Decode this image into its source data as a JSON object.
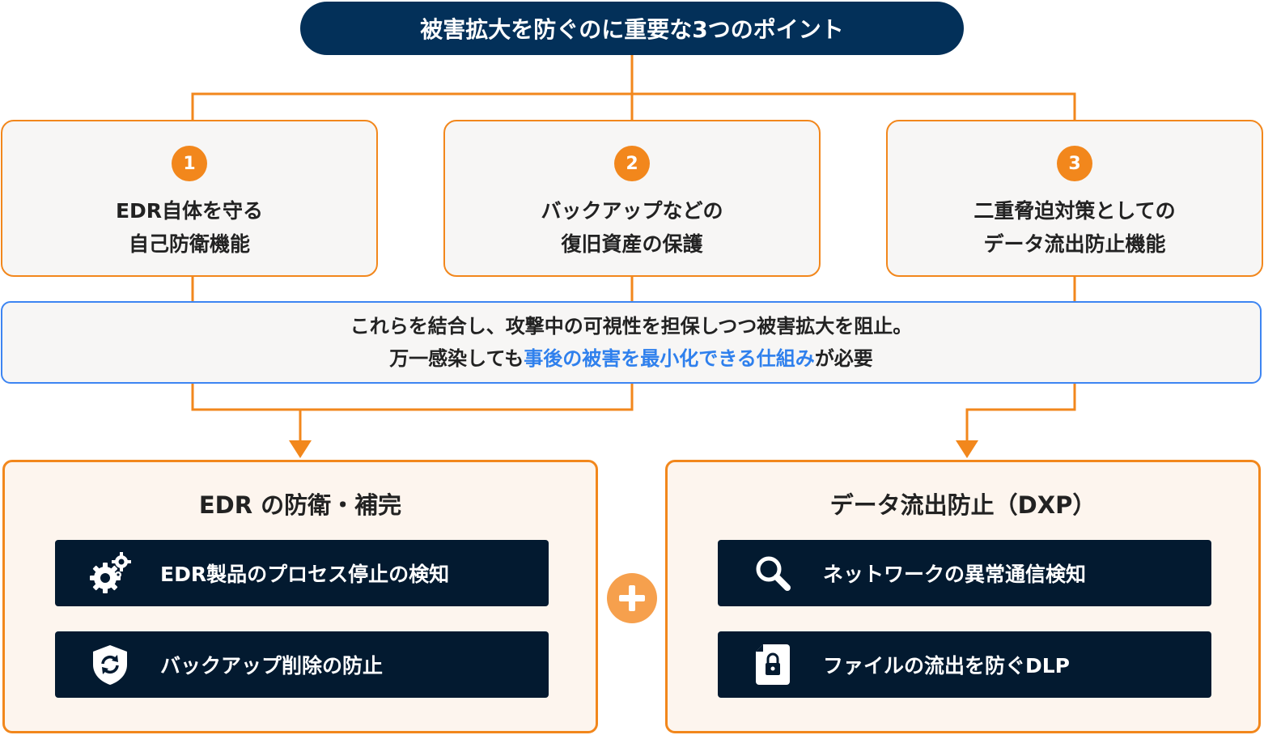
{
  "title": "被害拡大を防ぐのに重要な3つのポイント",
  "points": [
    {
      "number": "1",
      "line1": "EDR自体を守る",
      "line2": "自己防衛機能"
    },
    {
      "number": "2",
      "line1": "バックアップなどの",
      "line2": "復旧資産の保護"
    },
    {
      "number": "3",
      "line1": "二重脅迫対策としての",
      "line2": "データ流出防止機能"
    }
  ],
  "summary": {
    "line1": "これらを結合し、攻撃中の可視性を担保しつつ被害拡大を阻止。",
    "line2_prefix": "万一感染しても",
    "line2_highlight": "事後の被害を最小化できる仕組み",
    "line2_suffix": "が必要"
  },
  "panels": [
    {
      "title": "EDR の防衛・補完",
      "items": [
        {
          "label": "EDR製品のプロセス停止の検知",
          "icon": "gears-icon"
        },
        {
          "label": "バックアップ削除の防止",
          "icon": "shield-refresh-icon"
        }
      ]
    },
    {
      "title": "データ流出防止（DXP）",
      "items": [
        {
          "label": "ネットワークの異常通信検知",
          "icon": "search-icon"
        },
        {
          "label": "ファイルの流出を防ぐDLP",
          "icon": "file-lock-icon"
        }
      ]
    }
  ],
  "colors": {
    "navy": "#033059",
    "orange": "#f2871c",
    "blue": "#3d85f2",
    "dark_bar": "#031a30",
    "panel_bg": "#fdf5ee",
    "box_bg": "#f7f6f5",
    "plus": "#f6a04d"
  }
}
